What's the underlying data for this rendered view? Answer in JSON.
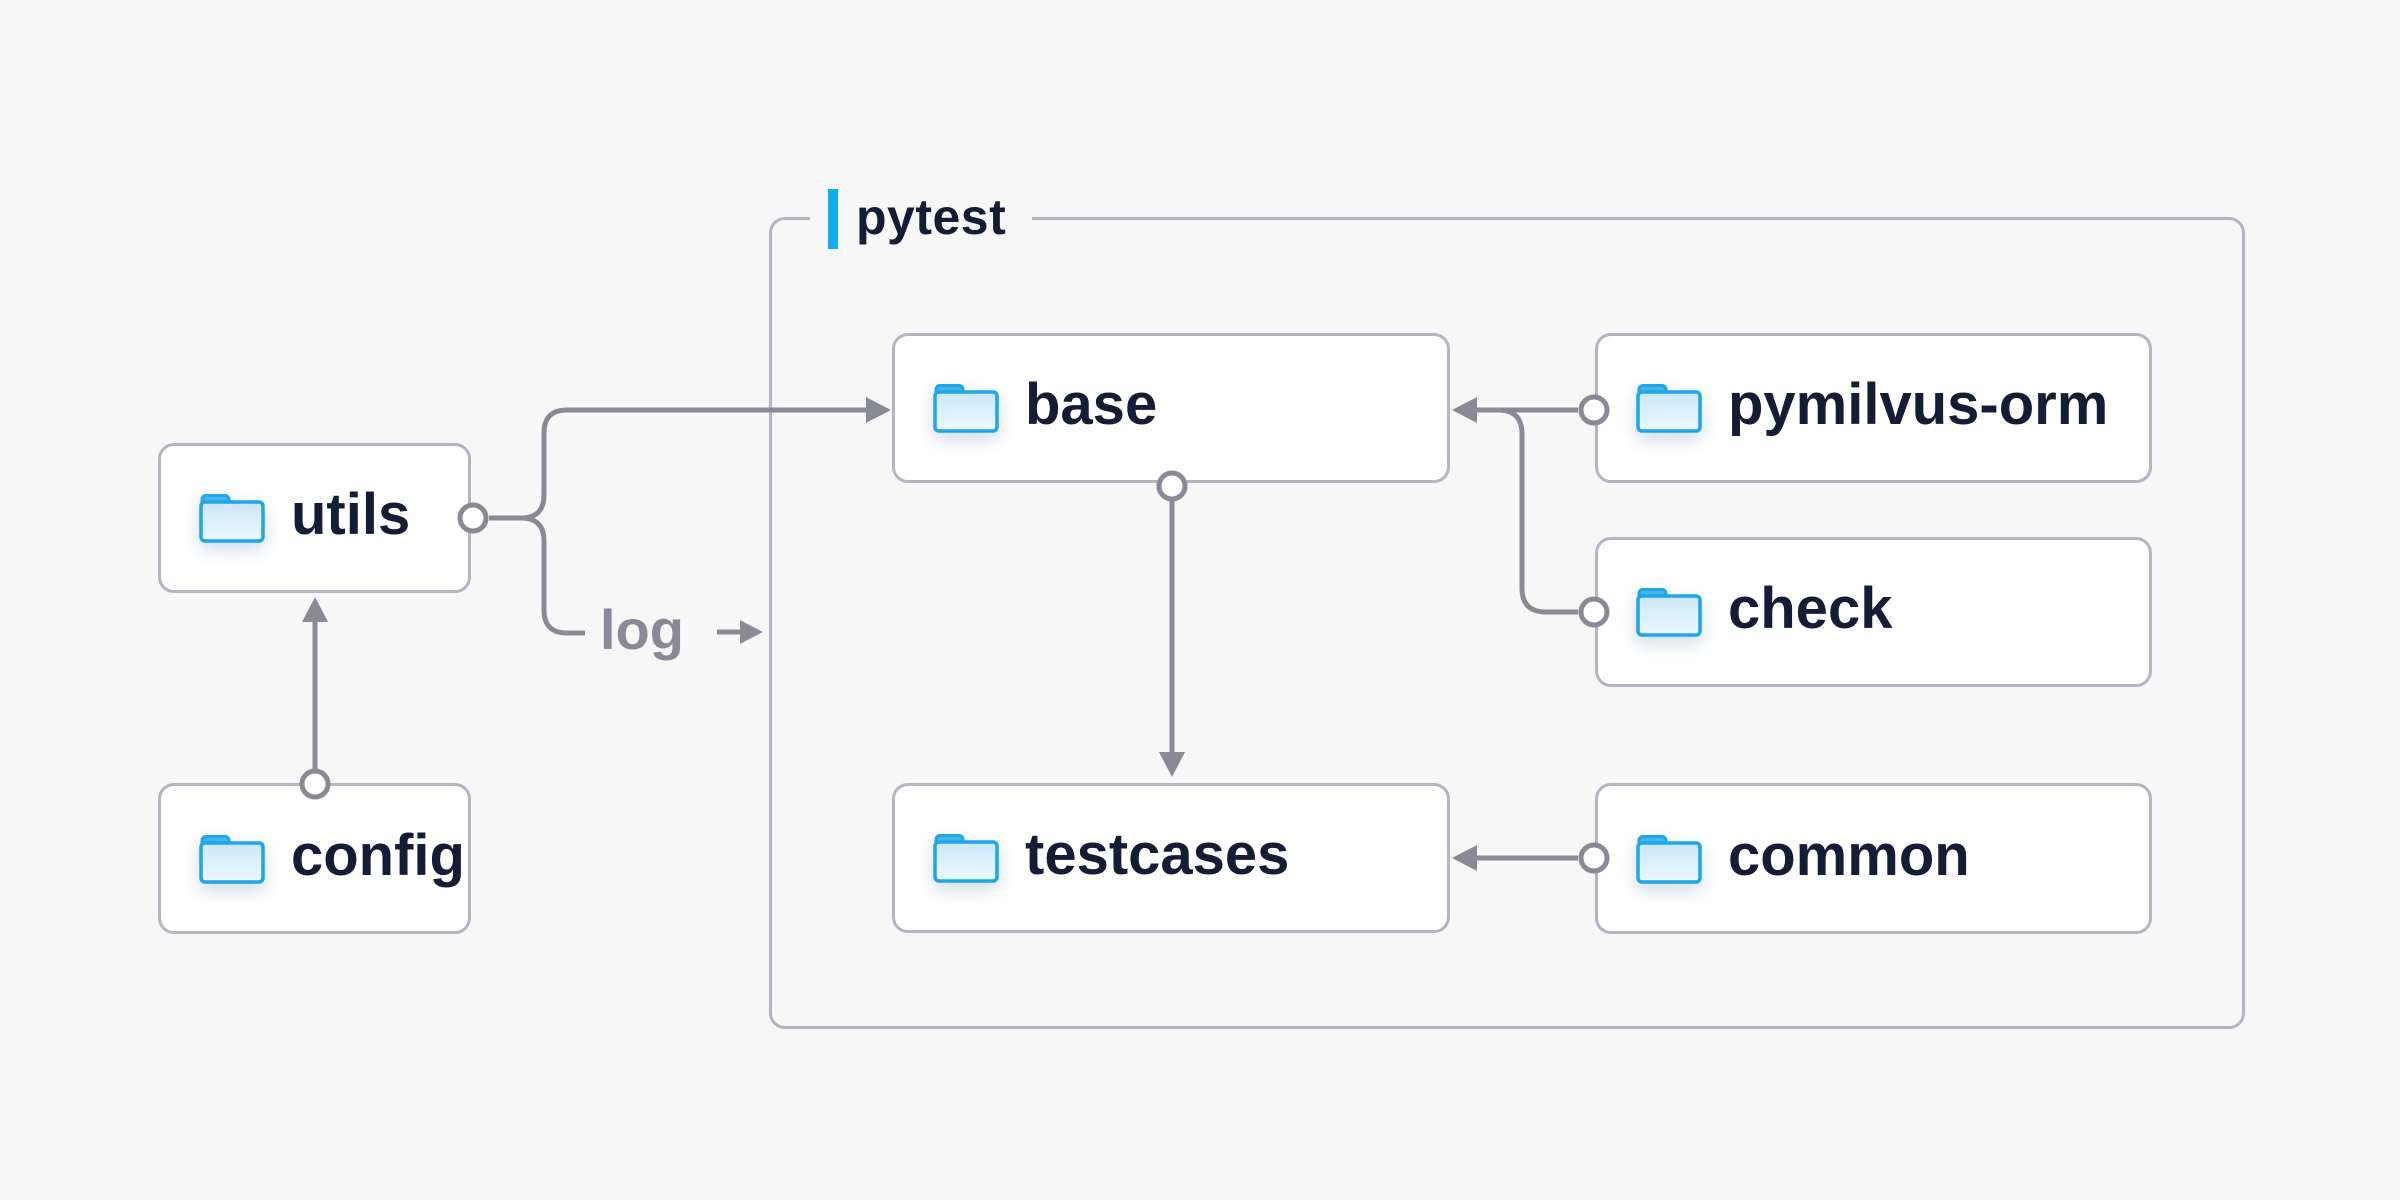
{
  "group": {
    "label": "pytest"
  },
  "nodes": {
    "utils": {
      "label": "utils",
      "icon": "folder-icon"
    },
    "config": {
      "label": "config",
      "icon": "folder-icon"
    },
    "base": {
      "label": "base",
      "icon": "folder-icon"
    },
    "testcases": {
      "label": "testcases",
      "icon": "folder-icon"
    },
    "pymilvus_orm": {
      "label": "pymilvus-orm",
      "icon": "folder-icon"
    },
    "check": {
      "label": "check",
      "icon": "folder-icon"
    },
    "common": {
      "label": "common",
      "icon": "folder-icon"
    }
  },
  "edges": {
    "config_to_utils": {
      "from": "config",
      "to": "utils"
    },
    "utils_to_base": {
      "from": "utils",
      "to": "base"
    },
    "utils_to_log": {
      "from": "utils",
      "to": "pytest-group",
      "label": "log"
    },
    "base_to_testcases": {
      "from": "base",
      "to": "testcases"
    },
    "pymilvus_orm_to_base": {
      "from": "pymilvus_orm",
      "to": "base"
    },
    "check_to_base": {
      "from": "check",
      "to": "base"
    },
    "common_to_testcases": {
      "from": "common",
      "to": "testcases"
    }
  },
  "colors": {
    "background": "#f7f7f8",
    "node_fill": "#ffffff",
    "node_border": "#b4b5c1",
    "connector": "#8a8a96",
    "text": "#141d35",
    "muted_text": "#8a8a96",
    "accent_blue": "#0eaff0",
    "folder_stroke": "#1fa6e9",
    "folder_tab": "#47b4ec",
    "folder_body_top": "#cbe7f8",
    "folder_body_bottom": "#edf8fe"
  }
}
